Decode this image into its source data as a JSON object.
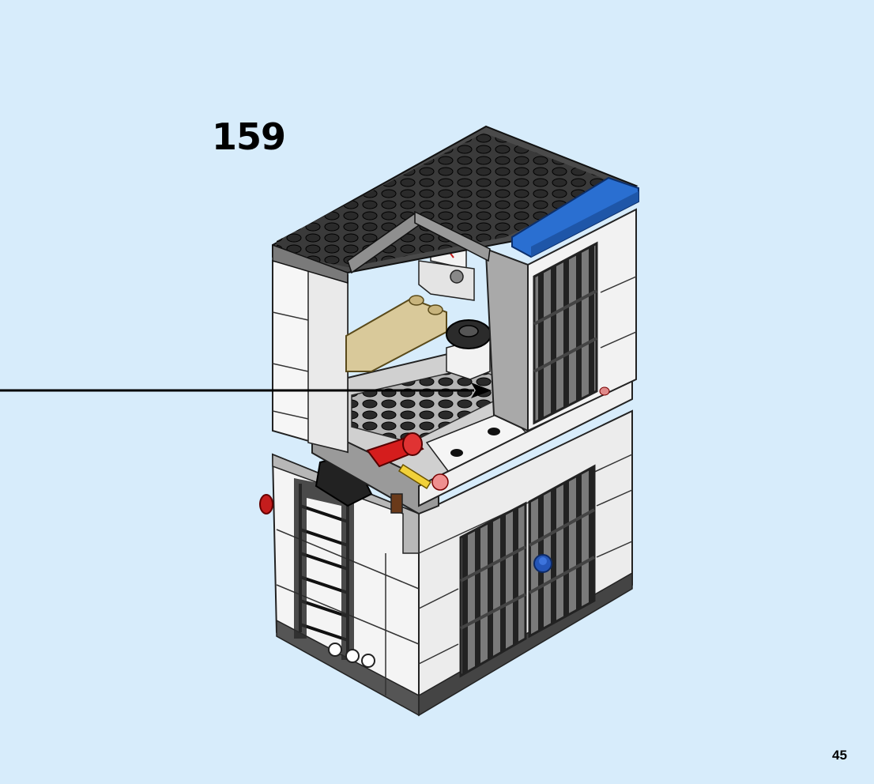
{
  "step": {
    "number": "159"
  },
  "page": {
    "number": "45"
  },
  "illustration": {
    "subject": "lego-police-station-jail-building",
    "colors": {
      "background": "#d7ecfb",
      "white_brick": "#f6f6f6",
      "light_gray": "#a8a8a8",
      "dark_gray": "#5c5c5c",
      "black": "#1b1b1b",
      "blue_tile": "#2a6fd1",
      "tan": "#d9c99a",
      "red": "#d51d1d",
      "yellow": "#f2d13a"
    }
  }
}
